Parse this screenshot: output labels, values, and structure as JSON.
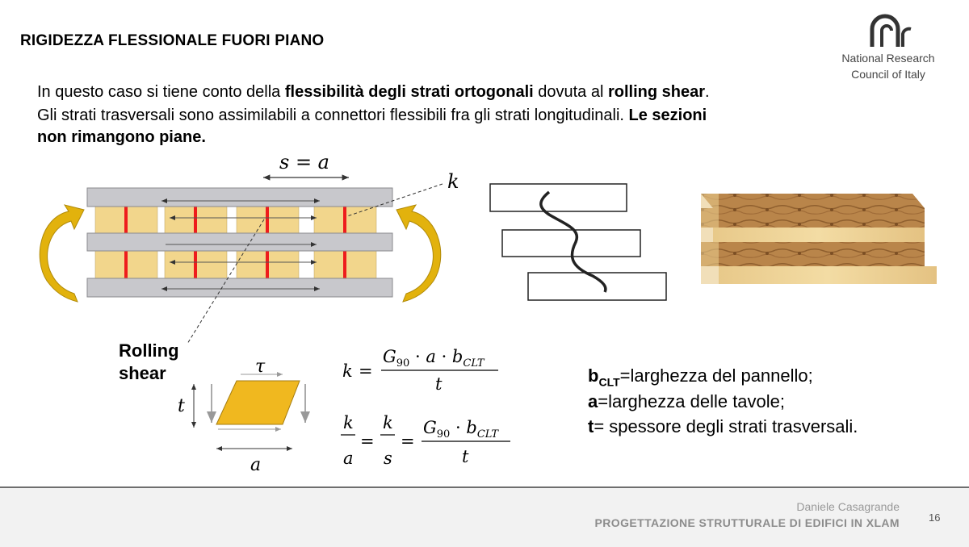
{
  "header": {
    "title": "RIGIDEZZA FLESSIONALE FUORI PIANO",
    "org_line1": "National Research",
    "org_line2": "Council of Italy"
  },
  "body": {
    "p1_a": "In questo caso si tiene conto della ",
    "p1_b": "flessibilità degli strati ortogonali",
    "p1_c": " dovuta al ",
    "p1_d": "rolling shear",
    "p1_e": ".",
    "p2": "Gli strati trasversali sono assimilabili a connettori flessibili fra gli strati longitudinali. ",
    "p2_b": "Le sezioni",
    "p3_b": "non rimangono piane."
  },
  "figure": {
    "spacing_label": "s = a",
    "k_label": "k",
    "rolling_1": "Rolling",
    "rolling_2": "shear",
    "tau": "τ",
    "t": "t",
    "a": "a"
  },
  "formulas": {
    "f1_lhs": "k =",
    "f1_num": "G90 · a · bCLT",
    "f1_den": "t",
    "f2_lhs": "k/a = k/s =",
    "f2_num": "G90 · bCLT",
    "f2_den": "t"
  },
  "definitions": {
    "d1_sym": "b",
    "d1_sub": "CLT",
    "d1_text": "=larghezza del pannello;",
    "d2_sym": "a",
    "d2_text": "=larghezza delle tavole;",
    "d3_sym": "t",
    "d3_text": "= spessore degli strati trasversali."
  },
  "footer": {
    "author": "Daniele Casagrande",
    "course": "PROGETTAZIONE STRUTTURALE DI EDIFICI IN XLAM",
    "page": "16"
  },
  "colors": {
    "layer_gray": "#c8c8cc",
    "block_yellow": "#f2d68c",
    "connector_red": "#ee1c1c",
    "arrow_gold": "#e2b20d",
    "parallelogram": "#f0b81f"
  }
}
